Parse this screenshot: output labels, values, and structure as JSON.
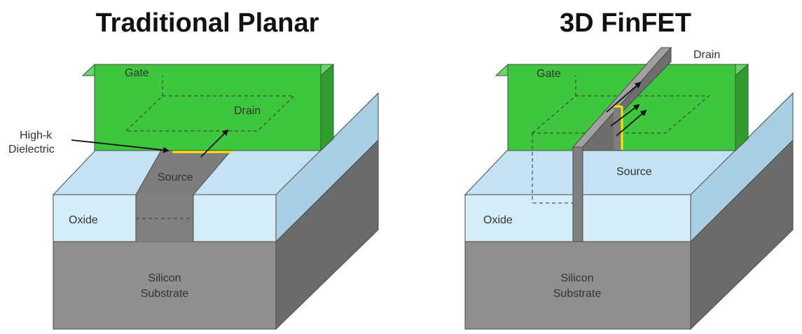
{
  "planar": {
    "title": "Traditional Planar",
    "gate_label": "Gate",
    "drain_label": "Drain",
    "source_label": "Source",
    "oxide_label": "Oxide",
    "dielectric_label_line1": "High-k",
    "dielectric_label_line2": "Dielectric",
    "substrate_label_line1": "Silicon",
    "substrate_label_line2": "Substrate"
  },
  "finfet": {
    "title": "3D FinFET",
    "gate_label": "Gate",
    "drain_label": "Drain",
    "source_label": "Source",
    "oxide_label": "Oxide",
    "substrate_label_line1": "Silicon",
    "substrate_label_line2": "Substrate"
  },
  "colors": {
    "gate_front": "#3ec63e",
    "gate_top": "#5fdb5f",
    "gate_side": "#2f9e2f",
    "oxide_front": "#d4edf8",
    "oxide_top": "#c4e2f3",
    "substrate_front": "#8f8f8f",
    "substrate_side": "#6b6b6b",
    "channel": "#7d7d7d",
    "dielectric": "#ffe600"
  }
}
